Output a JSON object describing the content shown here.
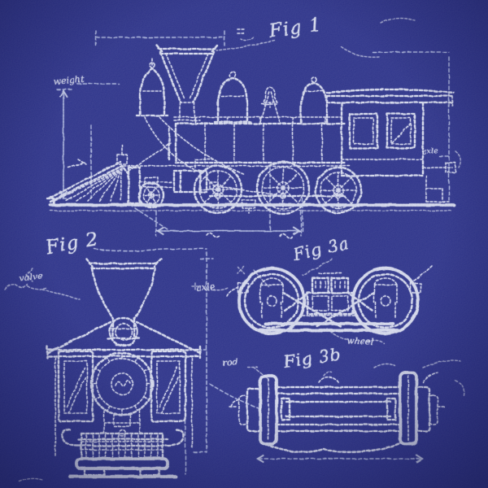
{
  "palette": {
    "background": "#242a85",
    "thread": "#e9edf8",
    "thread_dim": "#bcc6e8"
  },
  "figures": {
    "fig1": {
      "label": "Fig 1"
    },
    "fig2": {
      "label": "Fig 2"
    },
    "fig3a": {
      "label": "Fig 3a"
    },
    "fig3b": {
      "label": "Fig 3b"
    }
  },
  "annotations": {
    "weight": {
      "text": "weight"
    },
    "axle_right": {
      "text": "axle"
    },
    "valve": {
      "text": "valve"
    },
    "axle_mid": {
      "text": "axle"
    },
    "wheel": {
      "text": "wheel"
    },
    "rod": {
      "text": "rod"
    }
  }
}
